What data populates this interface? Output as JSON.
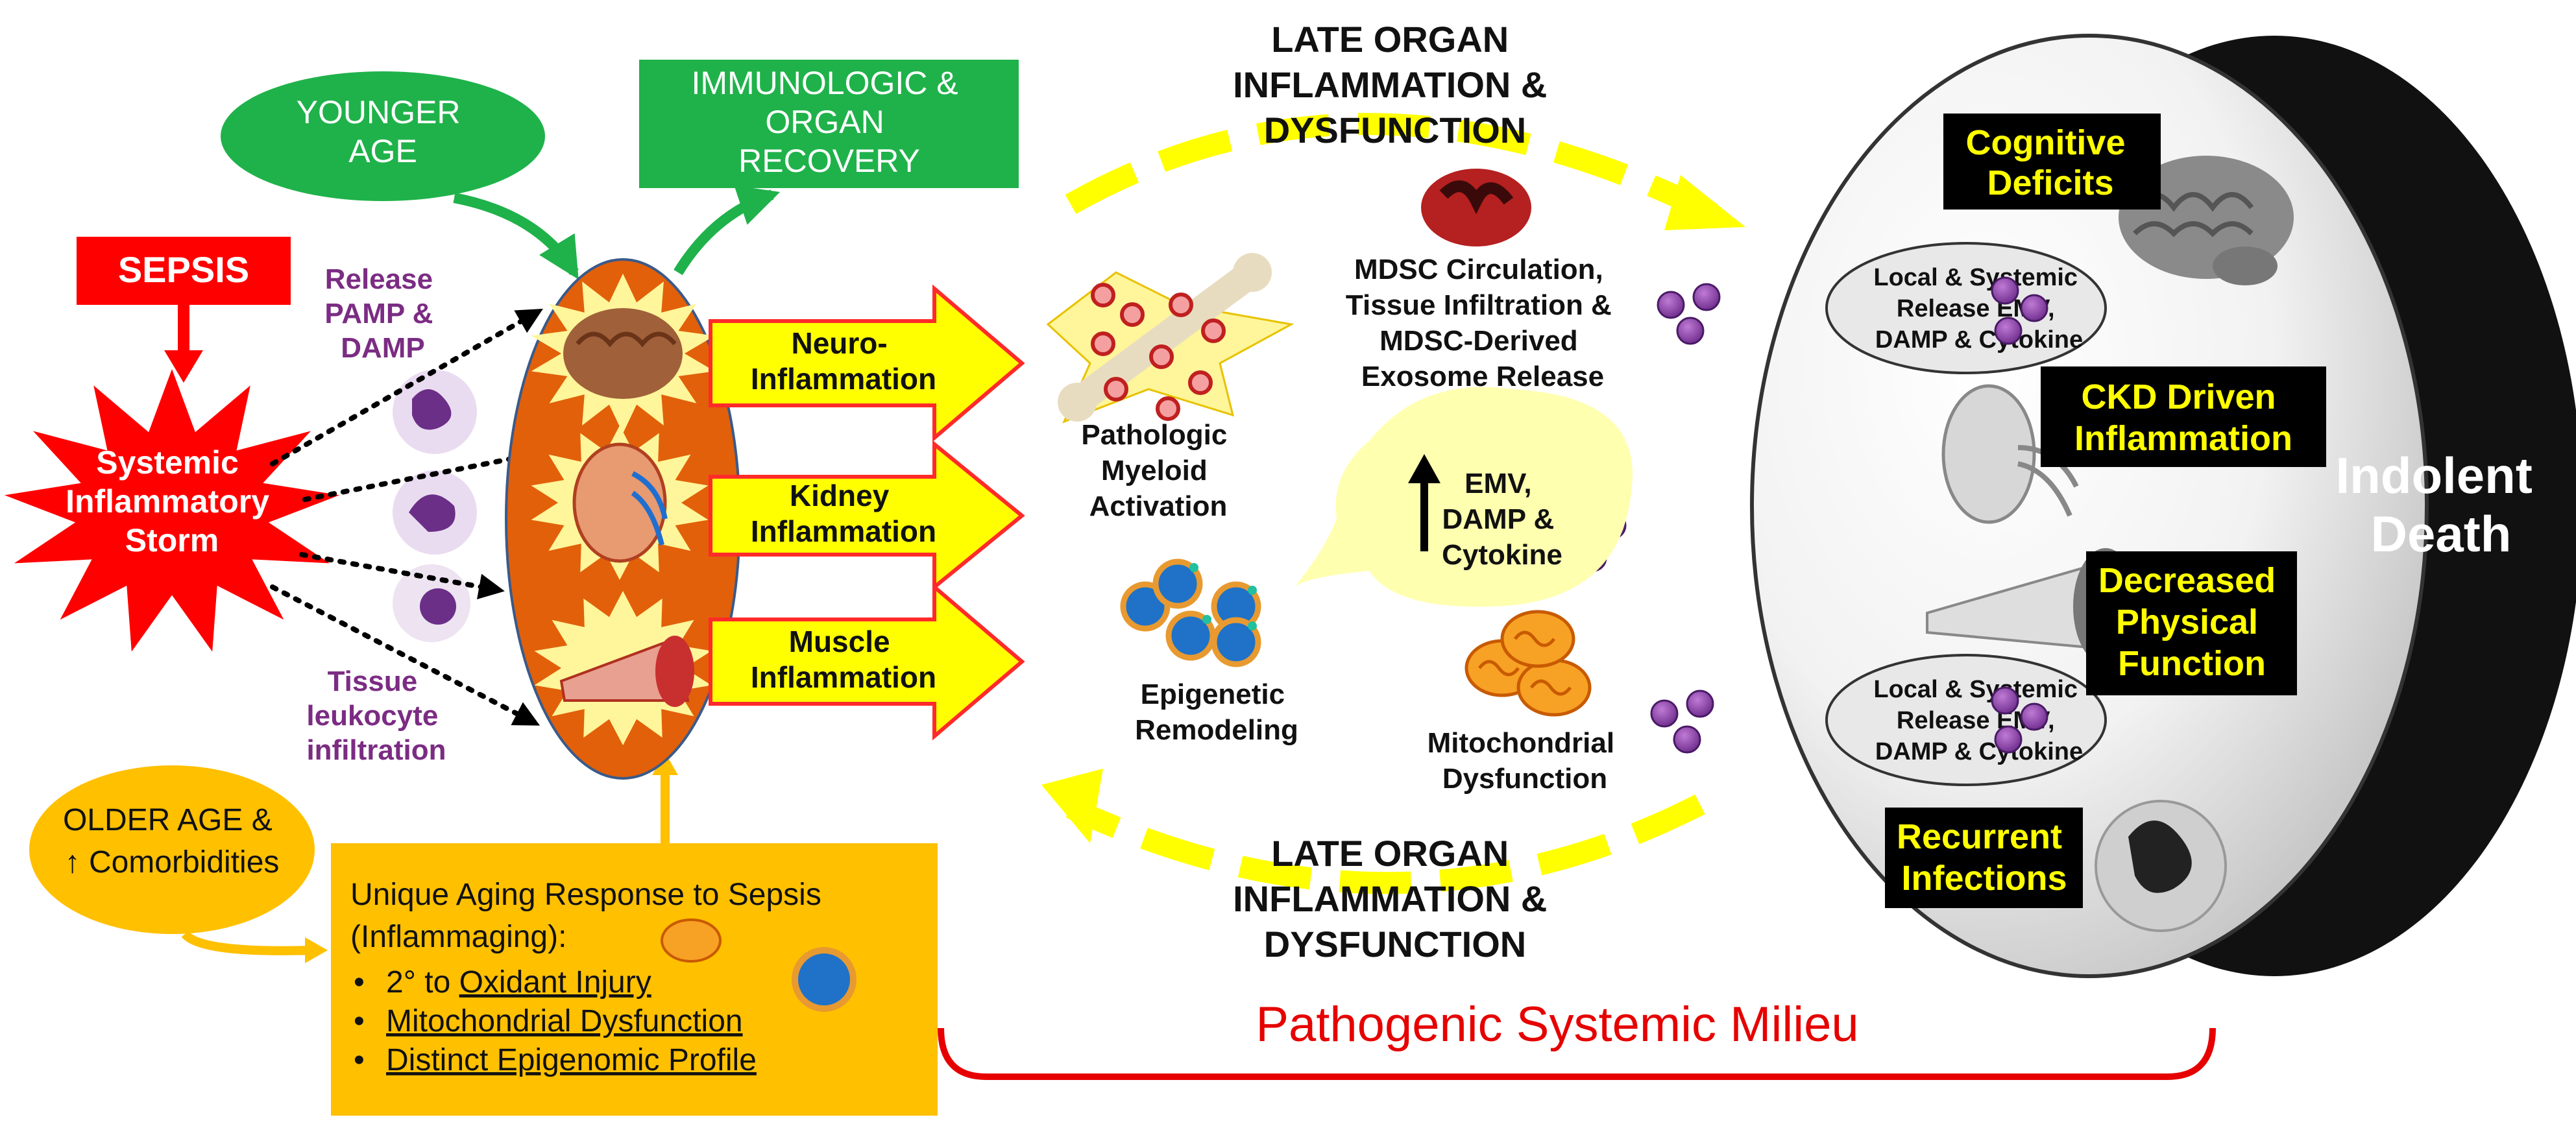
{
  "left": {
    "sepsis": "SEPSIS",
    "storm": [
      "Systemic",
      "Inflammatory",
      "Storm"
    ],
    "release": [
      "Release",
      "PAMP &",
      "DAMP"
    ],
    "tissue": [
      "Tissue",
      "leukocyte",
      "infiltration"
    ],
    "younger_age": [
      "YOUNGER",
      "AGE"
    ],
    "recovery": [
      "IMMUNOLOGIC &",
      "ORGAN",
      "RECOVERY"
    ],
    "older_age": [
      "OLDER AGE &",
      "↑ Comorbidities"
    ]
  },
  "organ_arrows": [
    [
      "Neuro-",
      "Inflammation"
    ],
    [
      "Kidney",
      "Inflammation"
    ],
    [
      "Muscle",
      "Inflammation"
    ]
  ],
  "aging_box": {
    "title": [
      "Unique Aging Response to Sepsis",
      "(Inflammaging):"
    ],
    "bullet_prefix": "•",
    "bullets": [
      {
        "prefix": "2° to ",
        "text": "Oxidant Injury"
      },
      {
        "prefix": "",
        "text": "Mitochondrial Dysfunction"
      },
      {
        "prefix": "",
        "text": "Distinct Epigenomic Profile"
      }
    ]
  },
  "center": {
    "late_top": [
      "LATE ORGAN",
      "INFLAMMATION  &",
      "DYSFUNCTION"
    ],
    "late_bottom": [
      "LATE ORGAN",
      "INFLAMMATION  &",
      "DYSFUNCTION"
    ],
    "mdsc": [
      "MDSC Circulation,",
      "Tissue Infiltration  &",
      "MDSC-Derived",
      "Exosome Release"
    ],
    "myeloid": [
      "Pathologic",
      "Myeloid",
      "Activation"
    ],
    "emv": [
      "EMV,",
      "DAMP &",
      "Cytokine"
    ],
    "epigenetic": [
      "Epigenetic",
      "Remodeling"
    ],
    "mito": [
      "Mitochondrial",
      "Dysfunction"
    ],
    "milieu": "Pathogenic Systemic Milieu"
  },
  "right": {
    "local_release": [
      "Local & Systemic",
      "Release EMV,",
      "DAMP & Cytokine"
    ],
    "outcomes": [
      [
        "Cognitive",
        "Deficits"
      ],
      [
        "CKD Driven",
        "Inflammation"
      ],
      [
        "Decreased",
        "Physical",
        "Function"
      ],
      [
        "Recurrent",
        "Infections"
      ]
    ],
    "death": [
      "Indolent",
      "Death"
    ]
  },
  "colors": {
    "sepsis_red": "#ff0000",
    "green": "#1fb24a",
    "organ_orange": "#e2600a",
    "arrow_yellow": "#ffff00",
    "aging_gold": "#ffc000",
    "purple_text": "#7b2c83",
    "milieu_red": "#e60000"
  },
  "icons": [
    "brain-icon",
    "kidney-icon",
    "muscle-icon",
    "neutrophil-icon",
    "bone-icon",
    "nucleosome-icon",
    "mitochondria-icon",
    "vesicle-icon"
  ]
}
